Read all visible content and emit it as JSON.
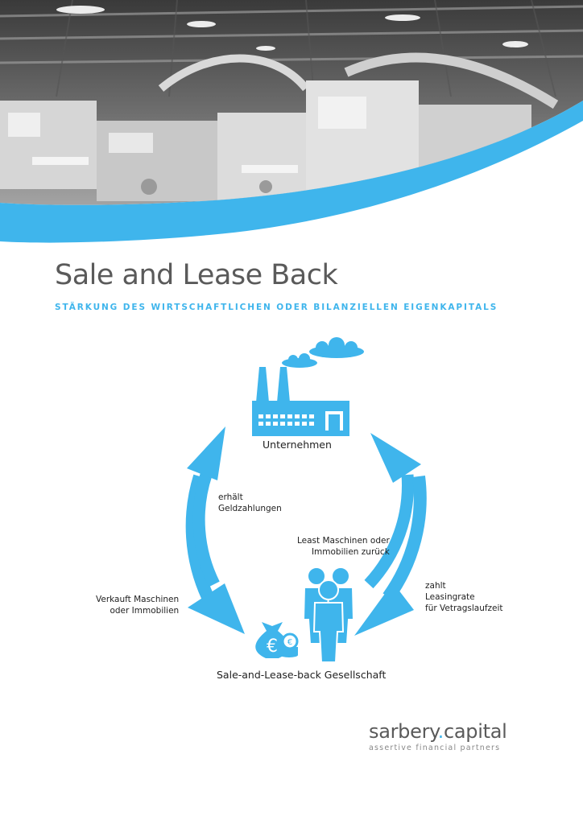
{
  "title": "Sale and Lease Back",
  "subtitle": "STÄRKUNG DES WIRTSCHAFTLICHEN ODER BILANZIELLEN EIGENKAPITALS",
  "diagram": {
    "top_node": "Unternehmen",
    "bottom_node": "Sale-and-Lease-back Gesellschaft",
    "inner_left": "erhält\nGeldzahlungen",
    "inner_right": "Least Maschinen oder\nImmobilien zurück",
    "outer_left": "Verkauft Maschinen\noder Immobilien",
    "outer_right": "zahlt\nLeasingrate\nfür Vetragslaufzeit",
    "money_symbol": "€",
    "icons": [
      "factory-icon",
      "cloud-icon",
      "money-bag-icon",
      "coins-icon",
      "people-icon"
    ]
  },
  "logo": {
    "name_main": "sarbery",
    "name_dot": ".",
    "name_suffix": "capital",
    "tagline": "assertive financial partners"
  },
  "colors": {
    "accent": "#3fb5ec",
    "title_gray": "#5a5a5a",
    "text": "#222222"
  }
}
